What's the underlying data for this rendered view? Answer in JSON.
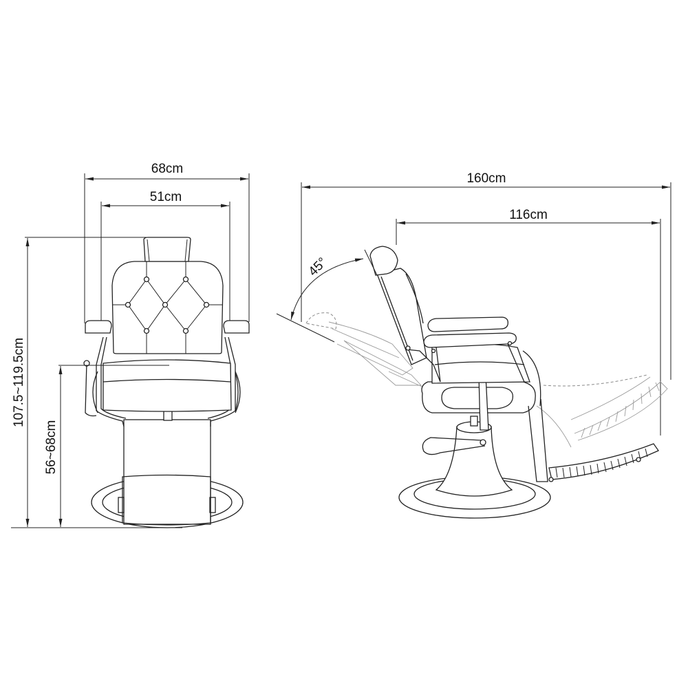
{
  "diagram": {
    "subject": "Reclining barber chair dimension drawing",
    "views": [
      "front-view",
      "side-view"
    ],
    "front_view": {
      "overall_width": "68cm",
      "seat_width": "51cm",
      "overall_height": "107.5~119.5cm",
      "seat_height": "56~68cm"
    },
    "side_view": {
      "reclined_length": "160cm",
      "upright_length": "116cm",
      "recline_angle": "45°"
    },
    "colors": {
      "line": "#222222",
      "background": "#ffffff",
      "ghost": "#9a9a9a"
    }
  }
}
